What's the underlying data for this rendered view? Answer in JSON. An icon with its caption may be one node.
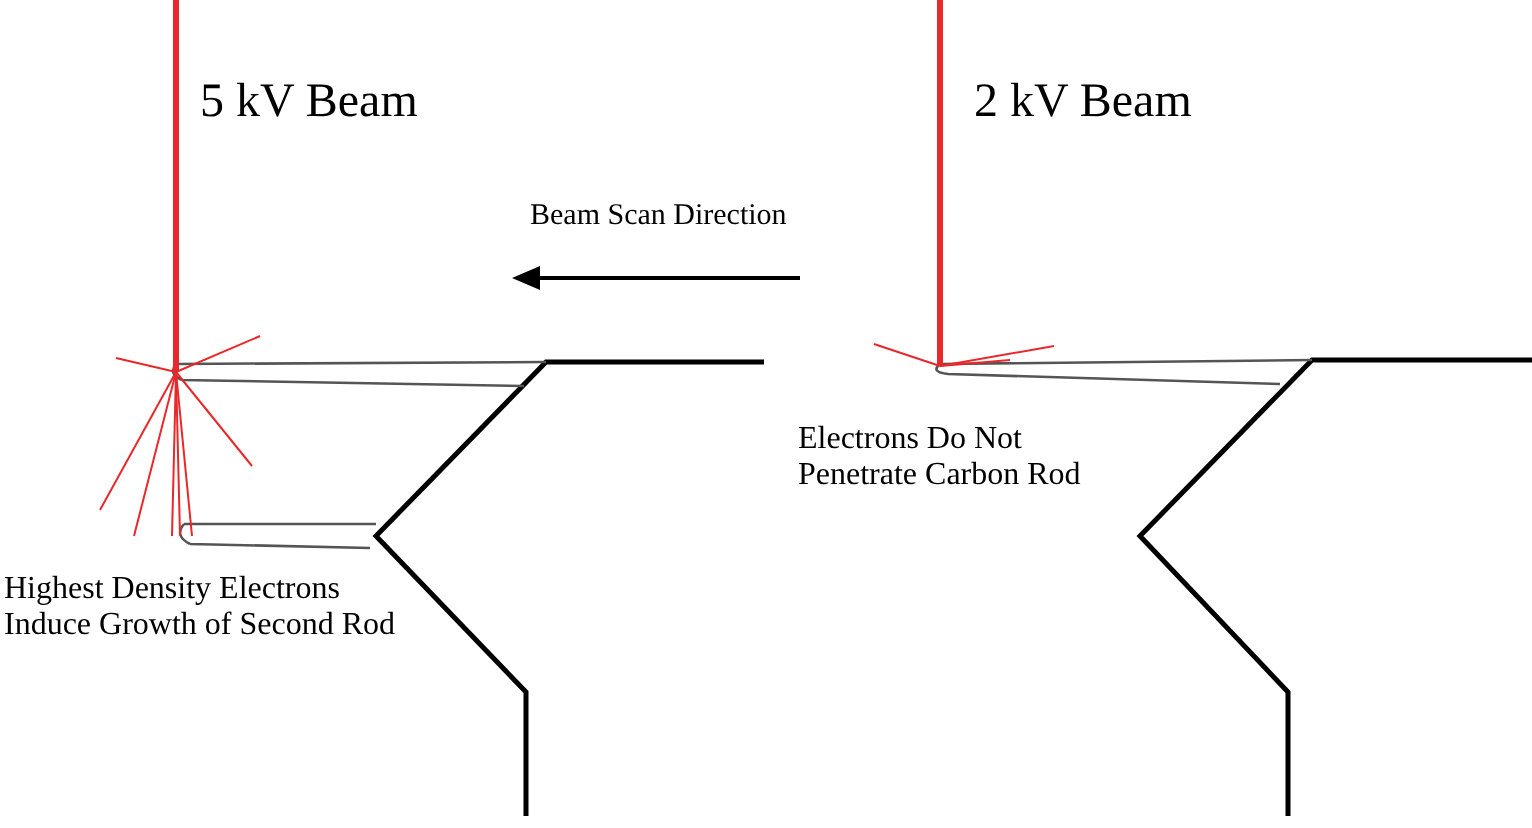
{
  "diagram": {
    "labels": [
      "5 kV Beam",
      "2 kV Beam",
      "Beam Scan Direction",
      "Electrons Do Not Penetrate Carbon Rod",
      "Highest Density Electrons Induce Growth of Second Rod"
    ]
  }
}
